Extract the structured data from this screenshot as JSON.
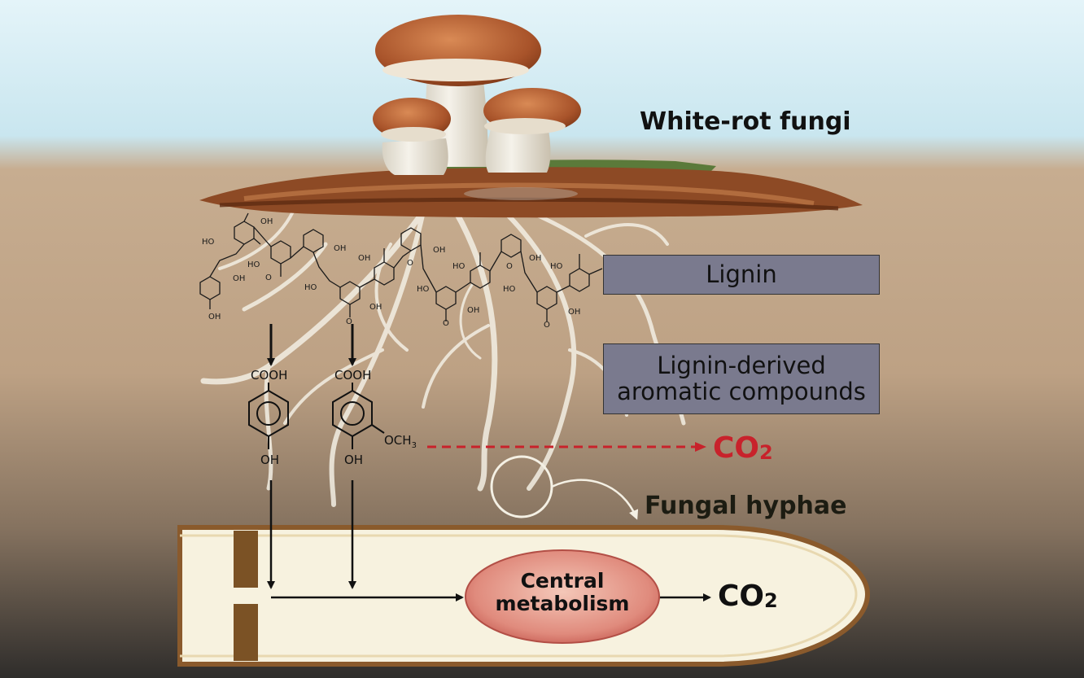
{
  "labels": {
    "title": "White-rot fungi",
    "lignin": "Lignin",
    "derived_line1": "Lignin-derived",
    "derived_line2": "aromatic compounds",
    "co2_main": "CO",
    "co2_sub": "2",
    "hyphae": "Fungal hyphae",
    "central_line1": "Central",
    "central_line2": "metabolism"
  },
  "chemistry": {
    "acid1_top": "COOH",
    "acid1_bottom": "OH",
    "acid2_top": "COOH",
    "acid2_bottom": "OH",
    "acid2_sub": "OCH",
    "acid2_sub_index": "3",
    "lignin_groups": [
      "OH",
      "HO",
      "OH",
      "HO",
      "OH",
      "OH",
      "HO",
      "OH",
      "OH",
      "HO",
      "OH",
      "HO",
      "OH",
      "HO",
      "OH",
      "O",
      "O",
      "O",
      "O",
      "HO",
      "OH",
      "O",
      "O"
    ]
  },
  "colors": {
    "sky_top": "#dcf1f7",
    "soil": "#c3a88a",
    "soil_dark": "#3a3733",
    "box_fill": "#7a7a8e",
    "co2_red": "#c8222b",
    "cell_fill": "#f6f2df",
    "cell_border": "#8a5a2c",
    "metabolism_fill": "#e0857a"
  },
  "icons": [
    "mushroom-cluster-icon",
    "hyphae-network-icon",
    "benzene-ring-icon"
  ]
}
